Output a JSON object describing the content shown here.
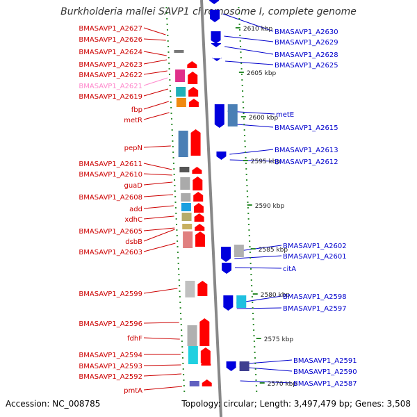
{
  "title": "Burkholderia mallei SAVP1 chromosome I, complete genome",
  "footer": {
    "accession": "Accession: NC_008785",
    "topology": "Topology: circular; Length: 3,497,479 bp; Genes: 3,508"
  },
  "colors": {
    "forward_label": "#cc0000",
    "reverse_label": "#0000cc",
    "forward_gene": "#ff0000",
    "reverse_gene": "#0000dd",
    "backbone": "#888888",
    "tick": "#2d8c2d",
    "highlight_label": "#ff88cc"
  },
  "ticks": [
    "2610 kbp",
    "2605 kbp",
    "2600 kbp",
    "2595 kbp",
    "2590 kbp",
    "2585 kbp",
    "2580 kbp",
    "2575 kbp",
    "2570 kbp"
  ],
  "left_labels": [
    {
      "text": "BMASAVP1_A2627"
    },
    {
      "text": "BMASAVP1_A2626"
    },
    {
      "text": "BMASAVP1_A2624"
    },
    {
      "text": "BMASAVP1_A2623"
    },
    {
      "text": "BMASAVP1_A2622"
    },
    {
      "text": "BMASAVP1_A2621",
      "highlight": true
    },
    {
      "text": "BMASAVP1_A2619"
    },
    {
      "text": "fbp"
    },
    {
      "text": "metR"
    },
    {
      "text": "pepN"
    },
    {
      "text": "BMASAVP1_A2611"
    },
    {
      "text": "BMASAVP1_A2610"
    },
    {
      "text": "guaD"
    },
    {
      "text": "BMASAVP1_A2608"
    },
    {
      "text": "add"
    },
    {
      "text": "xdhC"
    },
    {
      "text": "BMASAVP1_A2605"
    },
    {
      "text": "dsbB"
    },
    {
      "text": "BMASAVP1_A2603"
    },
    {
      "text": "BMASAVP1_A2599"
    },
    {
      "text": "BMASAVP1_A2596"
    },
    {
      "text": "fdhF"
    },
    {
      "text": "BMASAVP1_A2594"
    },
    {
      "text": "BMASAVP1_A2593"
    },
    {
      "text": "BMASAVP1_A2592"
    },
    {
      "text": "pmtA"
    }
  ],
  "right_labels": [
    {
      "text": "BMASAVP1_A2630"
    },
    {
      "text": "BMASAVP1_A2629"
    },
    {
      "text": "BMASAVP1_A2628"
    },
    {
      "text": "BMASAVP1_A2625"
    },
    {
      "text": "metE"
    },
    {
      "text": "BMASAVP1_A2615"
    },
    {
      "text": "BMASAVP1_A2613"
    },
    {
      "text": "BMASAVP1_A2612"
    },
    {
      "text": "BMASAVP1_A2602"
    },
    {
      "text": "BMASAVP1_A2601"
    },
    {
      "text": "citA"
    },
    {
      "text": "BMASAVP1_A2598"
    },
    {
      "text": "BMASAVP1_A2597"
    },
    {
      "text": "BMASAVP1_A2591"
    },
    {
      "text": "BMASAVP1_A2590"
    },
    {
      "text": "BMASAVP1_A2587"
    }
  ]
}
